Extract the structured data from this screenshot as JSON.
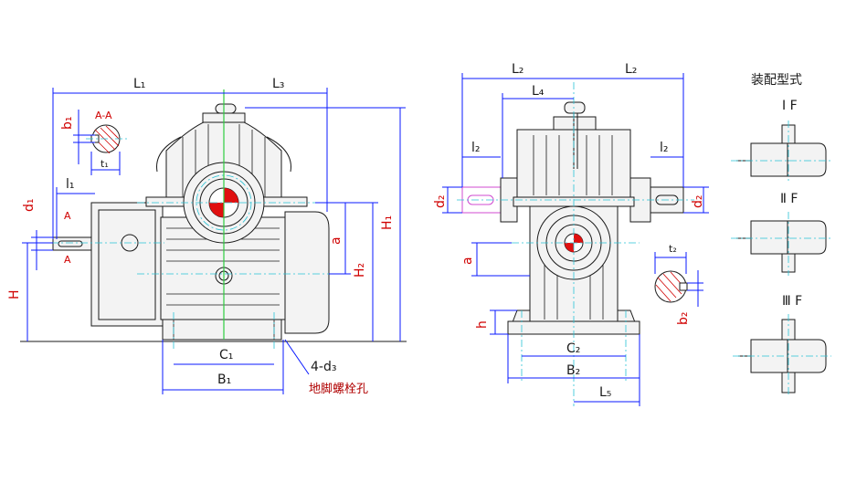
{
  "labels": {
    "L1": "L₁",
    "L3": "L₃",
    "L2_left": "L₂",
    "L2_right": "L₂",
    "L4": "L₄",
    "L5": "L₅",
    "l1": "l₁",
    "l2_left": "l₂",
    "l2_right": "l₂",
    "H": "H",
    "H1": "H₁",
    "H2": "H₂",
    "a_left": "a",
    "a_right": "a",
    "h": "h",
    "C1": "C₁",
    "B1": "B₁",
    "C2": "C₂",
    "B2": "B₂",
    "d1": "d₁",
    "d2_left": "d₂",
    "d2_right": "d₂",
    "d3": "4-d₃",
    "b1": "b₁",
    "b2": "b₂",
    "t1": "t₁",
    "t2": "t₂",
    "AA": "A-A",
    "A_top": "A",
    "A_bottom": "A",
    "foot_hole": "地脚螺栓孔",
    "assembly_type": "装配型式",
    "type1": "Ⅰ F",
    "type2": "Ⅱ F",
    "type3": "Ⅲ F"
  }
}
